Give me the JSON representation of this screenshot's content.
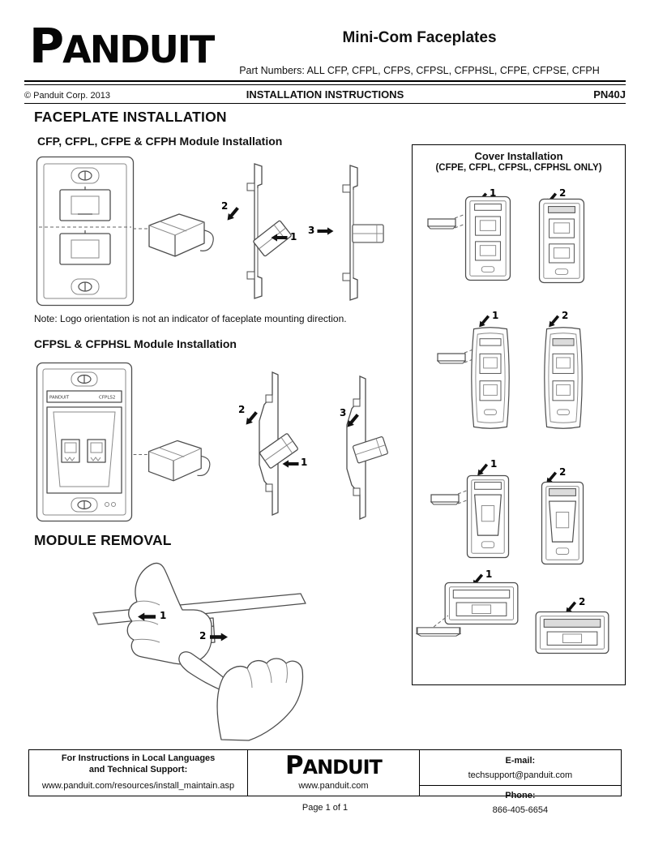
{
  "header": {
    "logo_text": "PANDUIT",
    "title": "Mini-Com Faceplates",
    "part_numbers": "Part Numbers: ALL CFP, CFPL, CFPS, CFPSL, CFPHSL, CFPE, CFPSE, CFPH",
    "copyright": "© Panduit Corp. 2013",
    "doc_type": "INSTALLATION INSTRUCTIONS",
    "doc_number": "PN40J"
  },
  "sections": {
    "faceplate_installation": "FACEPLATE INSTALLATION",
    "module_install_flat": "CFP, CFPL, CFPE & CFPH Module Installation",
    "note": "Note: Logo orientation is not an indicator of faceplate mounting direction.",
    "module_install_sloped": "CFPSL & CFPHSL Module Installation",
    "module_removal": "MODULE REMOVAL"
  },
  "cover_panel": {
    "title": "Cover Installation",
    "subtitle": "(CFPE, CFPL, CFPSL, CFPHSL ONLY)"
  },
  "steps": {
    "one": "1",
    "two": "2",
    "three": "3"
  },
  "faceplate_labels": {
    "brand": "PANDUIT",
    "model": "CFPLS2"
  },
  "footer": {
    "support_line1": "For Instructions in Local Languages",
    "support_line2": "and Technical Support:",
    "install_url": "www.panduit.com/resources/install_maintain.asp",
    "logo_text": "PANDUIT",
    "website": "www.panduit.com",
    "email_label": "E-mail:",
    "email": "techsupport@panduit.com",
    "phone_label": "Phone:",
    "phone": "866-405-6654",
    "page_number": "Page 1 of 1"
  }
}
